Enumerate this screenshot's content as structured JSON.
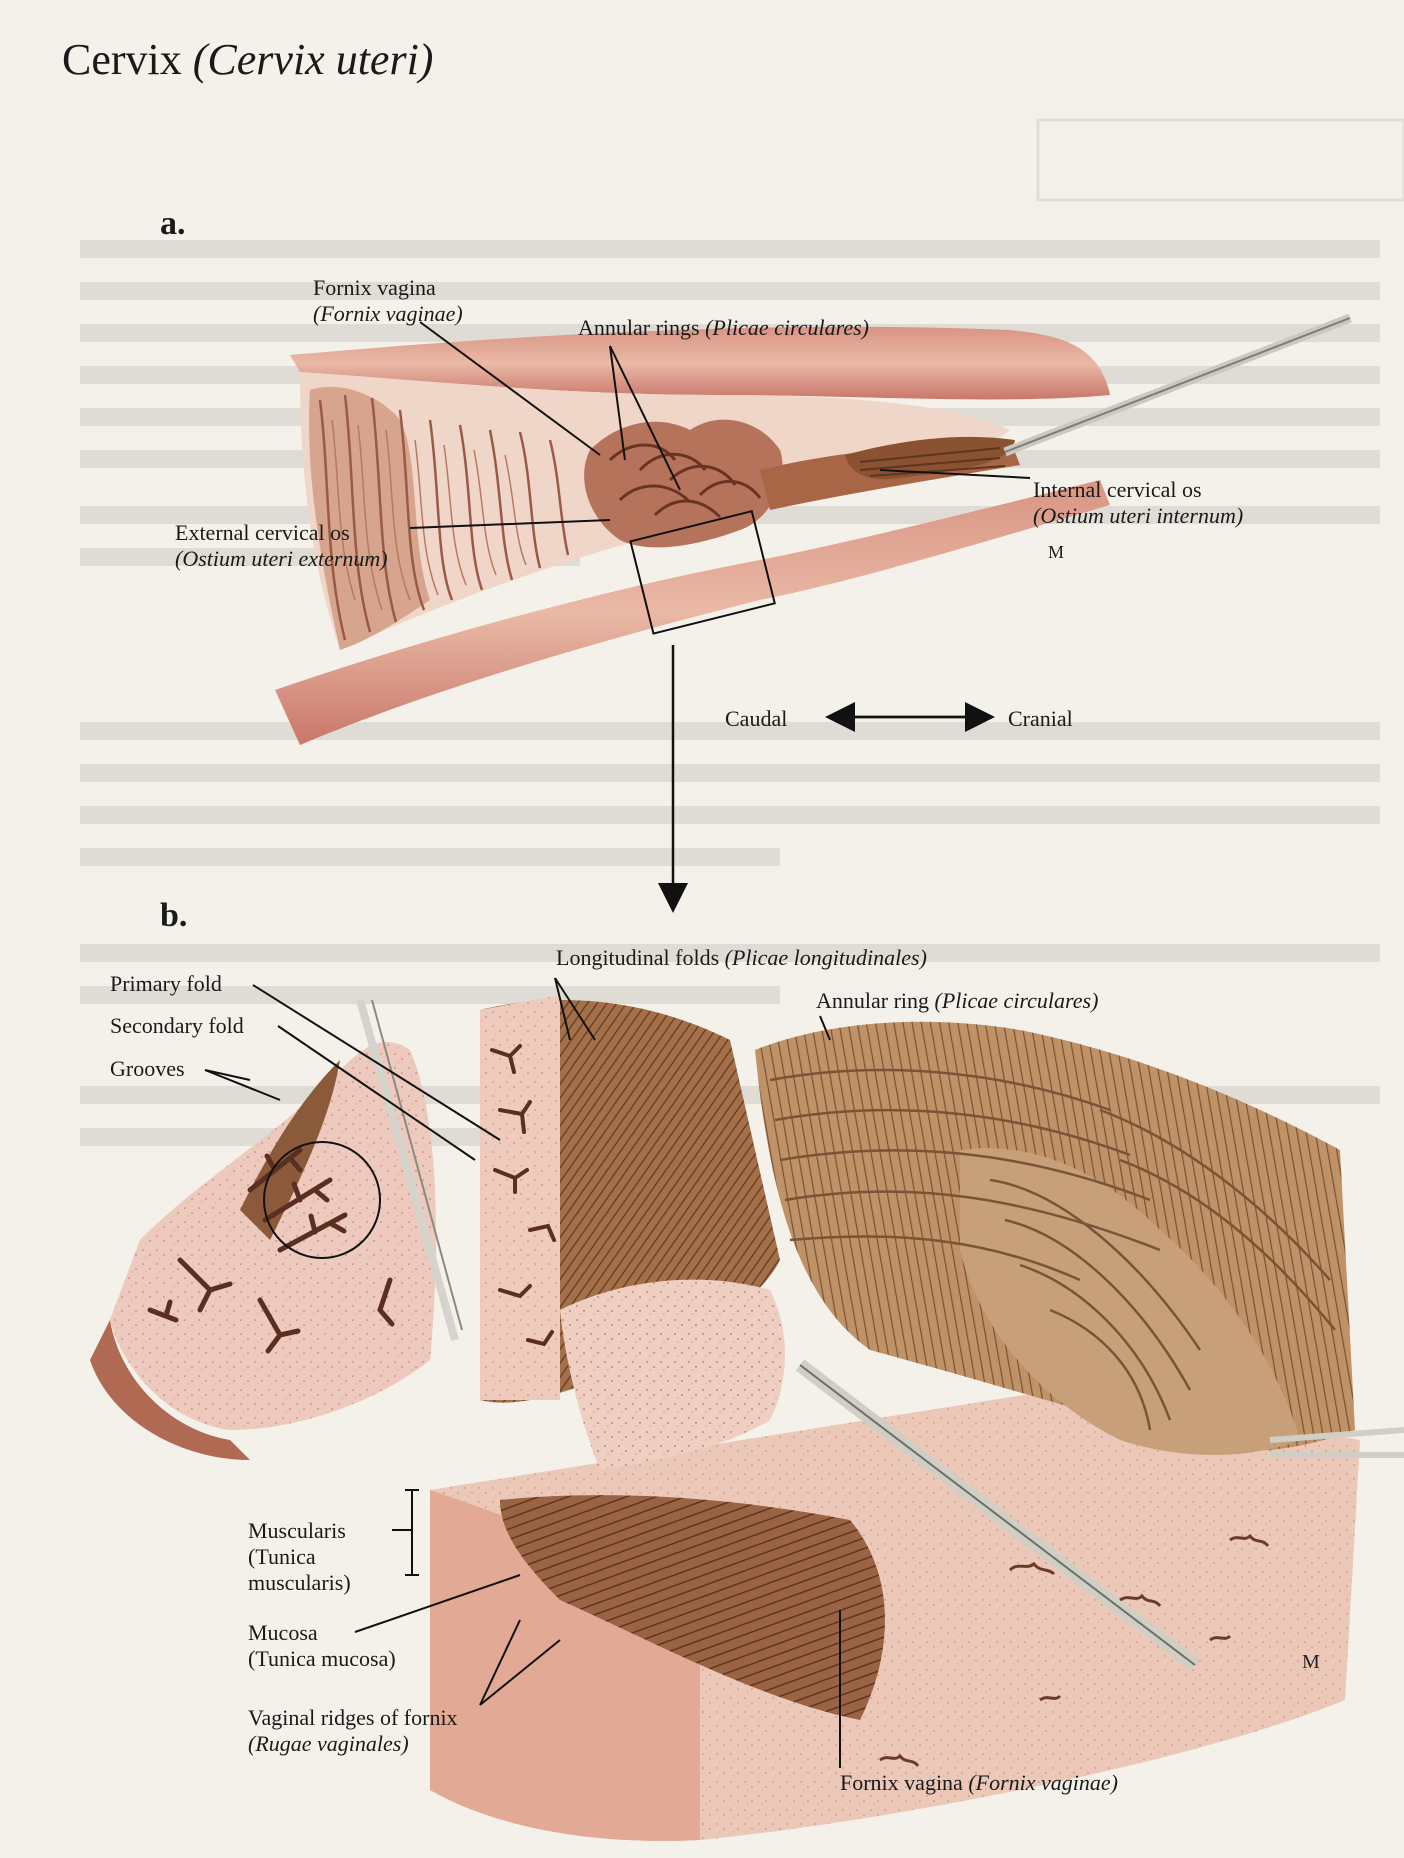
{
  "title": {
    "main": "Cervix",
    "latin": "(Cervix uteri)"
  },
  "panels": {
    "a": "a.",
    "b": "b."
  },
  "labels_a": {
    "fornix_vagina": "Fornix vagina",
    "fornix_vagina_latin": "(Fornix vaginae)",
    "annular_rings": "Annular rings",
    "annular_rings_latin": "(Plicae circulares)",
    "external_os": "External cervical os",
    "external_os_latin": "(Ostium uteri externum)",
    "internal_os": "Internal cervical os",
    "internal_os_latin": "(Ostium uteri internum)",
    "caudal": "Caudal",
    "cranial": "Cranial"
  },
  "labels_b": {
    "longitudinal_folds": "Longitudinal folds",
    "longitudinal_folds_latin": "(Plicae longitudinales)",
    "annular_ring": "Annular ring",
    "annular_ring_latin": "(Plicae circulares)",
    "primary_fold": "Primary fold",
    "secondary_fold": "Secondary fold",
    "grooves": "Grooves",
    "muscularis": "Muscularis",
    "muscularis_latin_1": "(Tunica",
    "muscularis_latin_2": "muscularis)",
    "mucosa": "Mucosa",
    "mucosa_latin": "(Tunica mucosa)",
    "vaginal_ridges": "Vaginal ridges of fornix",
    "vaginal_ridges_latin": "(Rugae vaginales)",
    "fornix_vagina": "Fornix vagina",
    "fornix_vagina_latin": "(Fornix vaginae)"
  },
  "colors": {
    "tissue_pink": "#e7b7a8",
    "tissue_dark": "#b5654f",
    "muscle_brown": "#8a5a3a",
    "fold_tan": "#c49a72",
    "gland_dark": "#5a2e20",
    "page": "#f4f1ea"
  }
}
